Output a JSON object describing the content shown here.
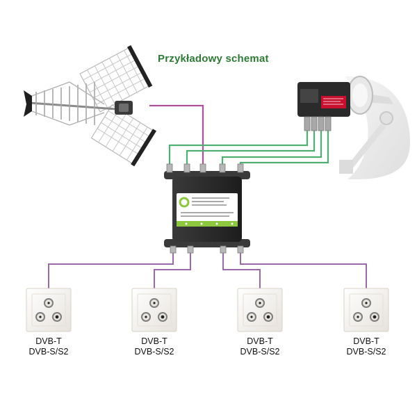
{
  "title": "Przykładowy schemat",
  "colors": {
    "title": "#2f7a36",
    "terrestrial_cable": "#b04f9c",
    "satellite_cable": "#4fae72",
    "outlet_cable": "#9a6aa8",
    "multiswitch_body": "#2a2a2a",
    "multiswitch_label": "#8dc63f",
    "lnb_body": "#2b2b2b",
    "lnb_accent": "#c8102e"
  },
  "icons": {
    "antenna": "terrestrial-antenna-icon",
    "lnb": "quad-lnb-icon",
    "multiswitch": "multiswitch-icon",
    "outlet": "wall-socket-icon"
  },
  "outlets": [
    {
      "line1": "DVB-T",
      "line2": "DVB-S/S2"
    },
    {
      "line1": "DVB-T",
      "line2": "DVB-S/S2"
    },
    {
      "line1": "DVB-T",
      "line2": "DVB-S/S2"
    },
    {
      "line1": "DVB-T",
      "line2": "DVB-S/S2"
    }
  ]
}
